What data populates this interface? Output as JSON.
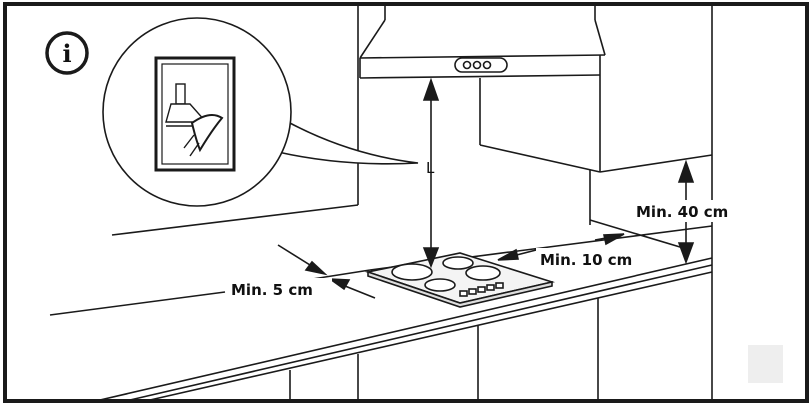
{
  "diagram": {
    "info_symbol": "i",
    "hood_distance_label": "L",
    "measurements": {
      "side_clearance": "Min. 5 cm",
      "back_clearance": "Min. 10 cm",
      "upper_clearance": "Min. 40 cm"
    }
  },
  "colors": {
    "line": "#1a1a1a",
    "background": "#ffffff",
    "hob_fill": "#f4f4f4"
  }
}
